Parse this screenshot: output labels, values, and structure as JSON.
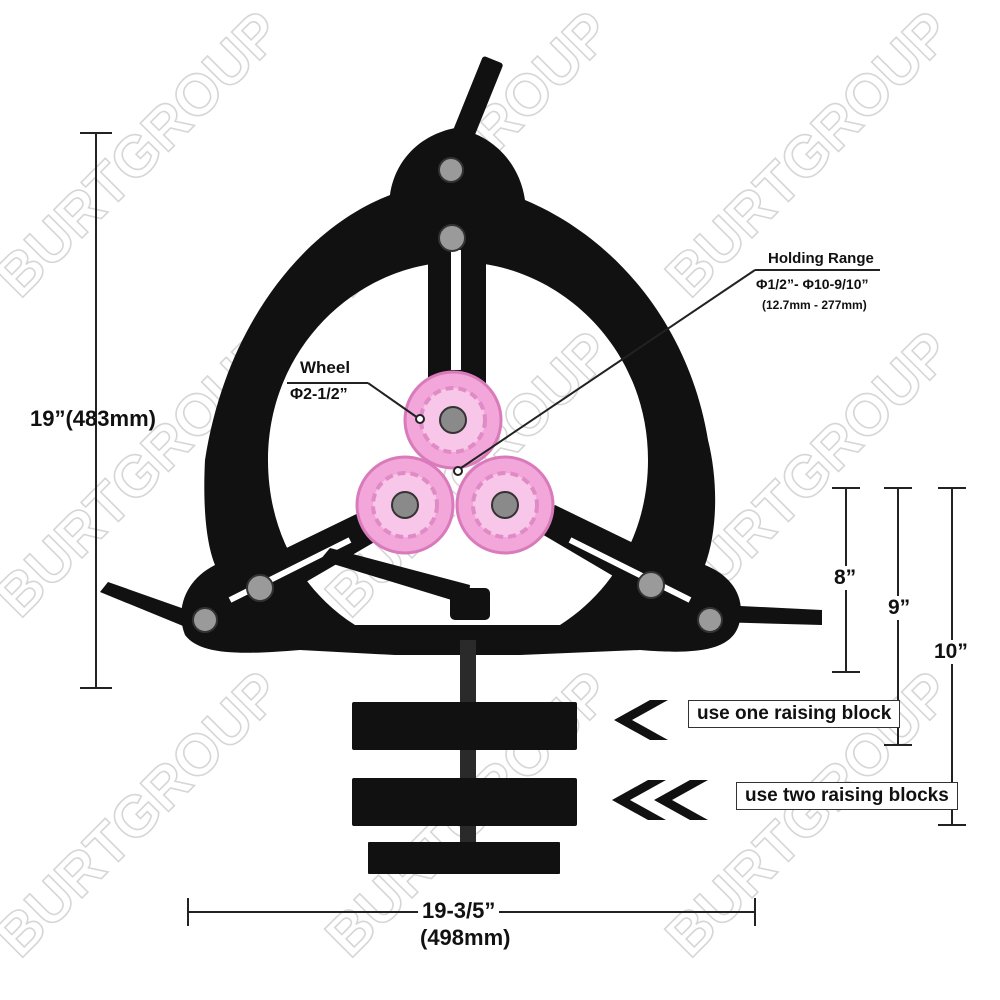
{
  "watermark": {
    "text": "BURTGROUP"
  },
  "dimensions": {
    "height": "19”(483mm)",
    "width_line1": "19-3/5”",
    "width_line2": "(498mm)",
    "h8": "8”",
    "h9": "9”",
    "h10": "10”"
  },
  "wheel": {
    "title": "Wheel",
    "size": "Φ2-1/2”"
  },
  "holding_range": {
    "title": "Holding Range",
    "value": "Φ1/2”- Φ10-9/10”",
    "metric": "(12.7mm - 277mm)"
  },
  "blocks": {
    "one": "use one raising block",
    "two": "use two raising blocks"
  },
  "colors": {
    "frame": "#111111",
    "wheel_pink": "#f2a6d9",
    "wheel_hub": "#8a8a8a",
    "watermark": "#d8d8d8",
    "dim_line": "#222222"
  }
}
